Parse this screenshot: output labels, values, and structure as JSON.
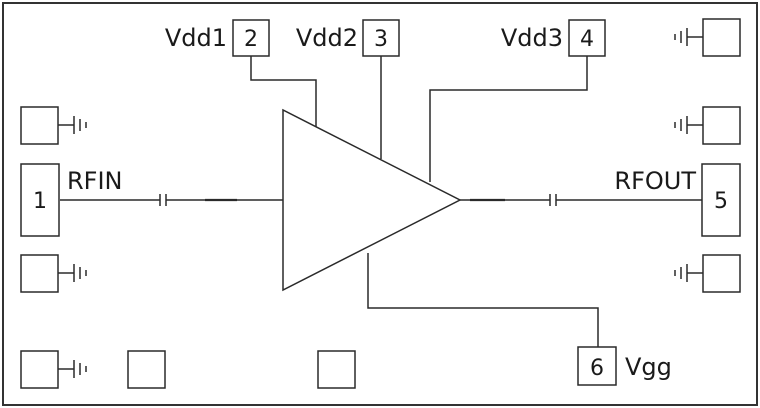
{
  "pins": {
    "p1": {
      "num": "1",
      "name": "RFIN"
    },
    "p2": {
      "num": "2",
      "name": "Vdd1"
    },
    "p3": {
      "num": "3",
      "name": "Vdd2"
    },
    "p4": {
      "num": "4",
      "name": "Vdd3"
    },
    "p5": {
      "num": "5",
      "name": "RFOUT"
    },
    "p6": {
      "num": "6",
      "name": "Vgg"
    }
  },
  "icons": {
    "amplifier": "amplifier-triangle-icon",
    "capacitor": "dc-block-capacitor-icon",
    "ground": "ground-icon"
  }
}
